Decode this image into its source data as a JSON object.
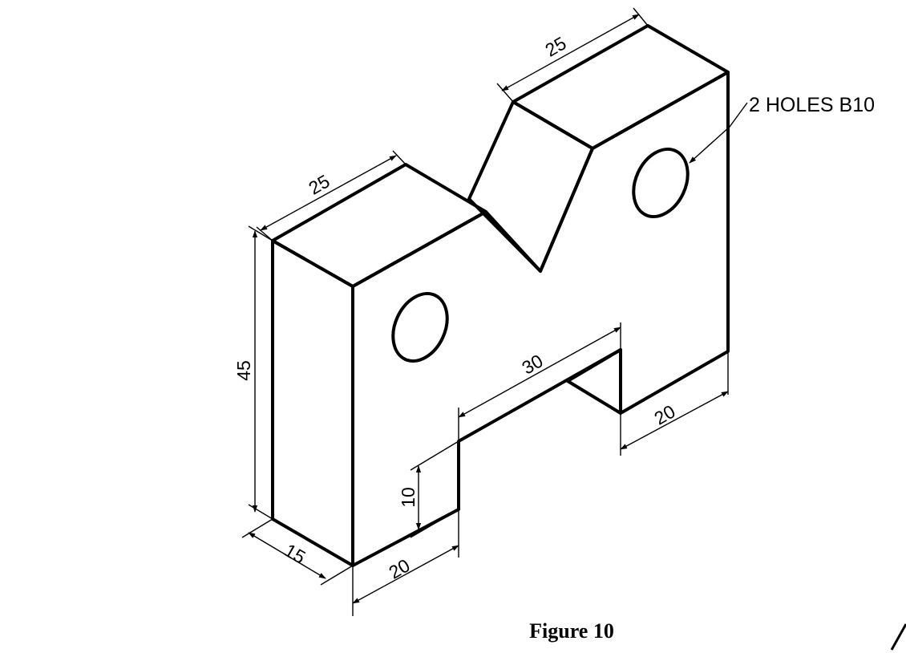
{
  "figure": {
    "caption": "Figure 10",
    "note": "2 HOLES B10"
  },
  "dimensions": {
    "height": "45",
    "left_depth": "25",
    "right_depth": "25",
    "thickness": "15",
    "base_left": "20",
    "base_right": "20",
    "slot_width": "30",
    "slot_height": "10"
  }
}
